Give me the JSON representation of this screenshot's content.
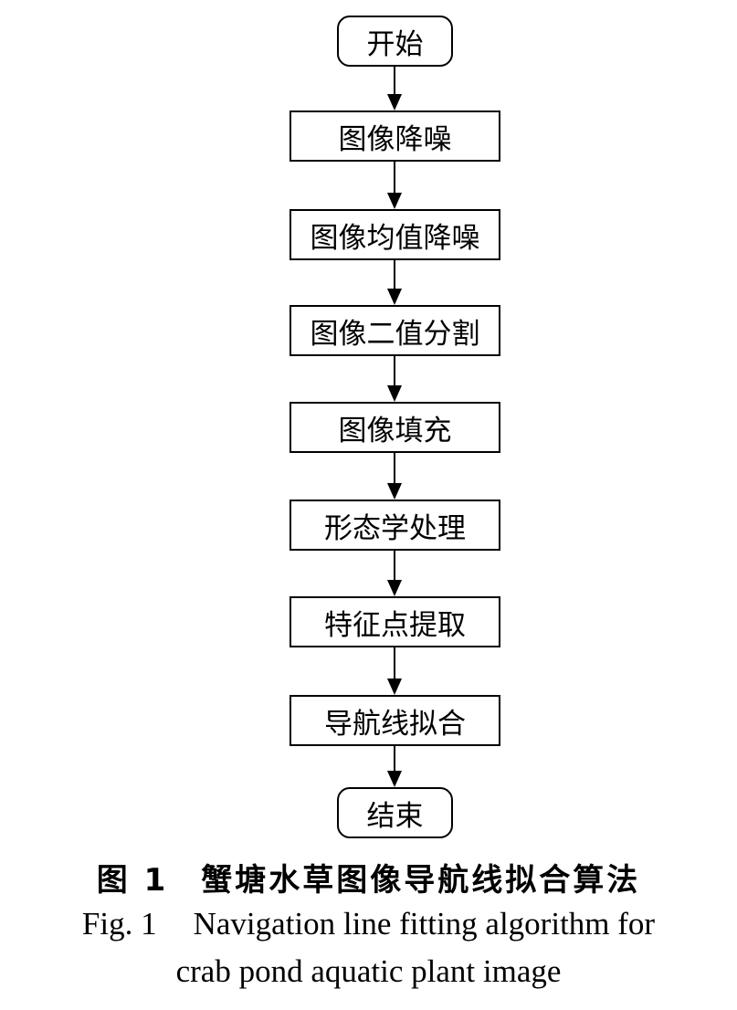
{
  "flowchart": {
    "nodes": [
      {
        "id": "start",
        "label": "开始",
        "kind": "terminal"
      },
      {
        "id": "step1",
        "label": "图像降噪",
        "kind": "process"
      },
      {
        "id": "step2",
        "label": "图像均值降噪",
        "kind": "process"
      },
      {
        "id": "step3",
        "label": "图像二值分割",
        "kind": "process"
      },
      {
        "id": "step4",
        "label": "图像填充",
        "kind": "process"
      },
      {
        "id": "step5",
        "label": "形态学处理",
        "kind": "process"
      },
      {
        "id": "step6",
        "label": "特征点提取",
        "kind": "process"
      },
      {
        "id": "step7",
        "label": "导航线拟合",
        "kind": "process"
      },
      {
        "id": "end",
        "label": "结束",
        "kind": "terminal"
      }
    ],
    "edges": [
      {
        "from": "start",
        "to": "step1"
      },
      {
        "from": "step1",
        "to": "step2"
      },
      {
        "from": "step2",
        "to": "step3"
      },
      {
        "from": "step3",
        "to": "step4"
      },
      {
        "from": "step4",
        "to": "step5"
      },
      {
        "from": "step5",
        "to": "step6"
      },
      {
        "from": "step6",
        "to": "step7"
      },
      {
        "from": "step7",
        "to": "end"
      }
    ]
  },
  "caption": {
    "cn_number": "图 1",
    "cn_title": "蟹塘水草图像导航线拟合算法",
    "en_number": "Fig. 1",
    "en_title_line1": "Navigation line fitting algorithm for",
    "en_title_line2": "crab pond aquatic plant image"
  }
}
